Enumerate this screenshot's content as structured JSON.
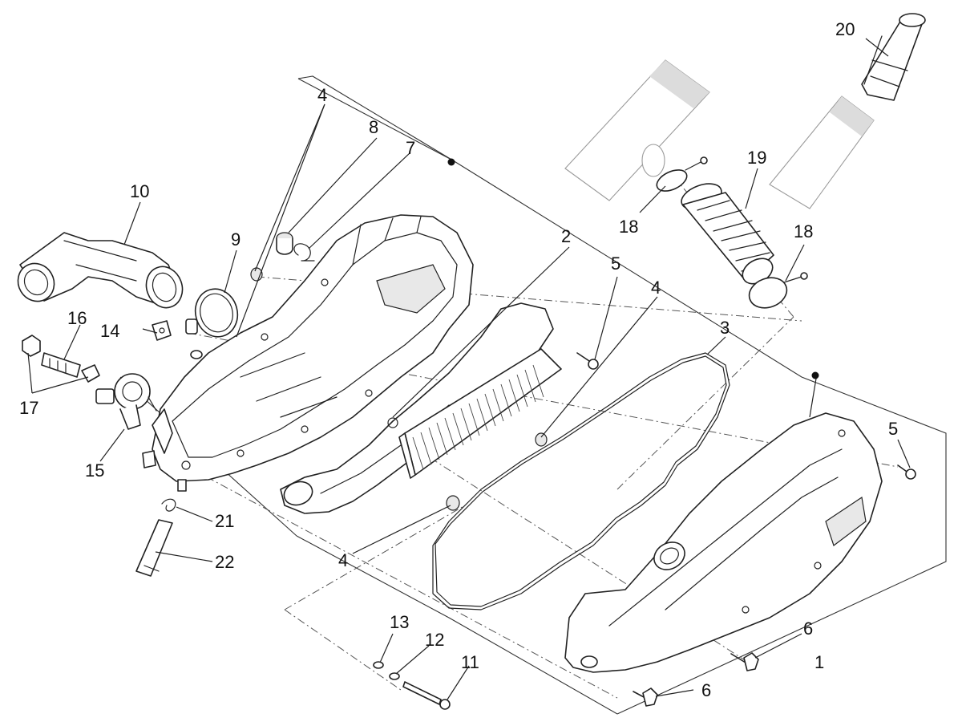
{
  "callouts": {
    "c1": "1",
    "c2": "2",
    "c3": "3",
    "c4a": "4",
    "c4b": "4",
    "c4c": "4",
    "c5a": "5",
    "c5b": "5",
    "c6a": "6",
    "c6b": "6",
    "c7": "7",
    "c8": "8",
    "c9": "9",
    "c10": "10",
    "c11": "11",
    "c12": "12",
    "c13": "13",
    "c14": "14",
    "c15": "15",
    "c16": "16",
    "c17": "17",
    "c18a": "18",
    "c18b": "18",
    "c19": "19",
    "c20": "20",
    "c21": "21",
    "c22": "22"
  },
  "colors": {
    "line": "#222222",
    "ghost_line": "#9a9a9a",
    "background": "#ffffff"
  }
}
